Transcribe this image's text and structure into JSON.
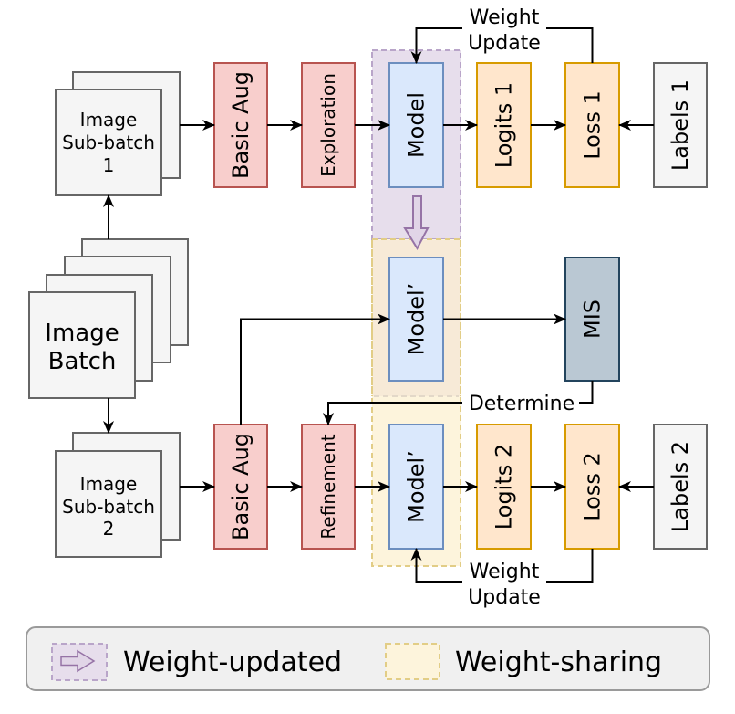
{
  "colors": {
    "augmentation": {
      "fill": "#F8CECC",
      "stroke": "#B85450"
    },
    "model": {
      "fill": "#DAE8FC",
      "stroke": "#6C8EBF"
    },
    "output": {
      "fill": "#FFE6CC",
      "stroke": "#D79B00"
    },
    "neutral": {
      "fill": "#F5F5F5",
      "stroke": "#666666"
    },
    "mis": {
      "fill": "#BAC8D3",
      "stroke": "#23445D"
    },
    "weight_updated_region": {
      "fill": "#E7DEEC",
      "stroke": "#B9A5C9"
    },
    "weight_sharing_region": {
      "fill": "#FDF4DC",
      "stroke": "#E2CD86"
    },
    "overlap_region": {
      "fill": "#F7EAD7",
      "stroke": "#E3D8C8"
    },
    "update_arrow": {
      "fill": "#E1D5E7",
      "stroke": "#9673A6"
    },
    "legend": {
      "fill": "#F0F0F0",
      "stroke": "#9A9A9A"
    }
  },
  "diagram": {
    "image_batch": {
      "lines": [
        "Image",
        "Batch"
      ]
    },
    "sub_batch_1": {
      "lines": [
        "Image",
        "Sub-batch",
        "1"
      ]
    },
    "sub_batch_2": {
      "lines": [
        "Image",
        "Sub-batch",
        "2"
      ]
    },
    "row1": {
      "basic_aug": "Basic Aug",
      "exploration": "Exploration",
      "model": "Model",
      "logits": "Logits 1",
      "loss": "Loss 1",
      "labels": "Labels 1"
    },
    "row2": {
      "model": "Model’",
      "mis": "MIS"
    },
    "row3": {
      "basic_aug": "Basic Aug",
      "refinement": "Refinement",
      "model": "Model’",
      "logits": "Logits 2",
      "loss": "Loss 2",
      "labels": "Labels 2"
    },
    "edges": {
      "weight_update_top": [
        "Weight",
        "Update"
      ],
      "weight_update_bottom": [
        "Weight",
        "Update"
      ],
      "determine": "Determine"
    }
  },
  "legend": {
    "items": [
      {
        "label": "Weight-updated",
        "icon": "hollow-right-arrow-icon"
      },
      {
        "label": "Weight-sharing",
        "icon": "dashed-swatch-icon"
      }
    ]
  }
}
